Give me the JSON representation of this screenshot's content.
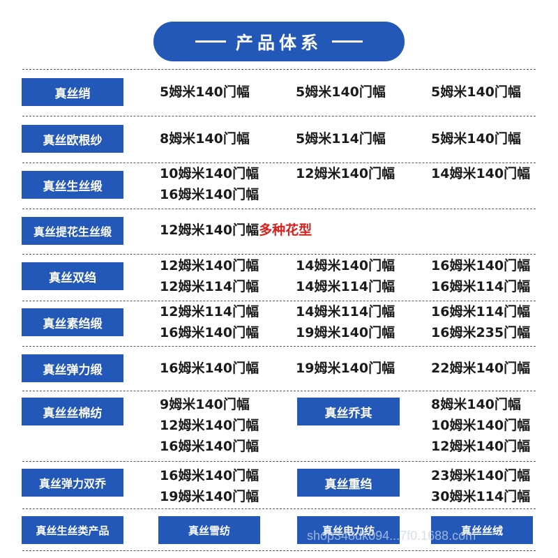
{
  "header": {
    "title": "产品体系"
  },
  "rows": {
    "r1": {
      "label": "真丝绡",
      "specs": [
        "5姆米140门幅",
        "5姆米140门幅",
        "5姆米140门幅"
      ]
    },
    "r2": {
      "label": "真丝欧根纱",
      "specs": [
        "8姆米140门幅",
        "5姆米114门幅",
        "5姆米140门幅"
      ]
    },
    "r3": {
      "label": "真丝生丝缎",
      "specs": [
        "10姆米140门幅",
        "16姆米140门幅",
        "12姆米140门幅",
        "14姆米140门幅"
      ]
    },
    "r4": {
      "label": "真丝提花生丝缎",
      "spec": "12姆米140门幅",
      "note": "多种花型"
    },
    "r5": {
      "label": "真丝双绉",
      "specs": [
        "12姆米140门幅",
        "12姆米114门幅",
        "14姆米140门幅",
        "14姆米114门幅",
        "16姆米140门幅",
        "16姆米114门幅"
      ]
    },
    "r6": {
      "label": "真丝素绉缎",
      "specs": [
        "12姆米114门幅",
        "16姆米140门幅",
        "14姆米114门幅",
        "19姆米140门幅",
        "16姆米114门幅",
        "16姆米235门幅"
      ]
    },
    "r7": {
      "label": "真丝弹力缎",
      "specs": [
        "16姆米140门幅",
        "19姆米140门幅",
        "22姆米140门幅"
      ]
    },
    "r8": {
      "label": "真丝丝棉纺",
      "specs": [
        "9姆米140门幅",
        "12姆米140门幅",
        "16姆米140门幅"
      ],
      "mid_label": "真丝乔其",
      "specs_right": [
        "8姆米140门幅",
        "10姆米140门幅",
        "12姆米140门幅"
      ]
    },
    "r9": {
      "label": "真丝弹力双乔",
      "specs": [
        "16姆米140门幅",
        "19姆米140门幅"
      ],
      "mid_label": "真丝重绉",
      "specs_right": [
        "23姆米140门幅",
        "30姆米114门幅"
      ]
    },
    "r10": {
      "labels": [
        "真丝生丝类产品",
        "真丝雪纺",
        "真丝电力纺",
        "真丝丝绒"
      ]
    }
  },
  "watermark": "shop348dk094...7f0.1688.com",
  "colors": {
    "badge": "#2358b8",
    "accent_red": "#d6211e"
  }
}
